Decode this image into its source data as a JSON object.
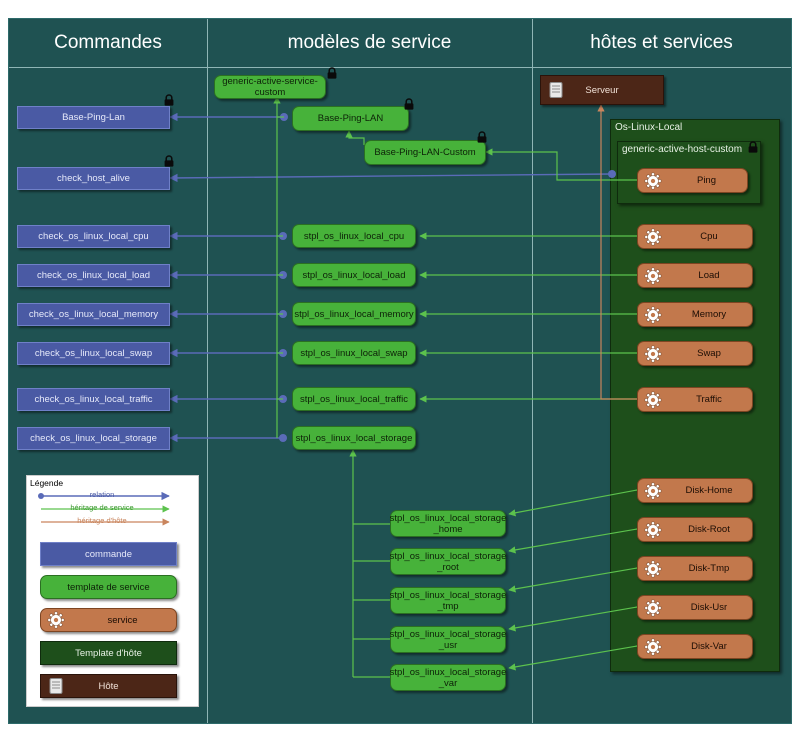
{
  "columns": {
    "left": "Commandes",
    "middle": "modèles de service",
    "right": "hôtes et services"
  },
  "commands": [
    "Base-Ping-Lan",
    "check_host_alive",
    "check_os_linux_local_cpu",
    "check_os_linux_local_load",
    "check_os_linux_local_memory",
    "check_os_linux_local_swap",
    "check_os_linux_local_traffic",
    "check_os_linux_local_storage"
  ],
  "templates": {
    "generic": [
      "generic-active-service-",
      "custom"
    ],
    "ping_lan": "Base-Ping-LAN",
    "ping_lan_custom": "Base-Ping-LAN-Custom",
    "os": [
      "stpl_os_linux_local_cpu",
      "stpl_os_linux_local_load",
      "stpl_os_linux_local_memory",
      "stpl_os_linux_local_swap",
      "stpl_os_linux_local_traffic",
      "stpl_os_linux_local_storage"
    ],
    "storage": [
      [
        "stpl_os_linux_local_storage",
        "_home"
      ],
      [
        "stpl_os_linux_local_storage",
        "_root"
      ],
      [
        "stpl_os_linux_local_storage",
        "_tmp"
      ],
      [
        "stpl_os_linux_local_storage",
        "_usr"
      ],
      [
        "stpl_os_linux_local_storage",
        "_var"
      ]
    ]
  },
  "host": {
    "name": "Serveur"
  },
  "host_templates": {
    "outer": "Os-Linux-Local",
    "inner": "generic-active-host-custom"
  },
  "services": [
    "Ping",
    "Cpu",
    "Load",
    "Memory",
    "Swap",
    "Traffic",
    "Disk-Home",
    "Disk-Root",
    "Disk-Tmp",
    "Disk-Usr",
    "Disk-Var"
  ],
  "legend": {
    "title": "Légende",
    "relation": "relation",
    "service_inheritance": "héritage de service",
    "host_inheritance": "héritage d'hôte",
    "command": "commande",
    "service_template": "template de service",
    "service": "service",
    "host_template": "Template d'hôte",
    "host": "Hôte"
  },
  "colors": {
    "background": "#1f5252",
    "command": "#4a5aa4",
    "service_template": "#47b23a",
    "service": "#c2784c",
    "host_template": "#1e4f1b",
    "host": "#4c2617",
    "relation_line": "#5a6bb8",
    "service_inheritance_line": "#5cc24d",
    "host_inheritance_line": "#c9855d"
  },
  "icons": {
    "service": "gear-icon",
    "locked": "lock-icon",
    "host": "server-icon"
  }
}
